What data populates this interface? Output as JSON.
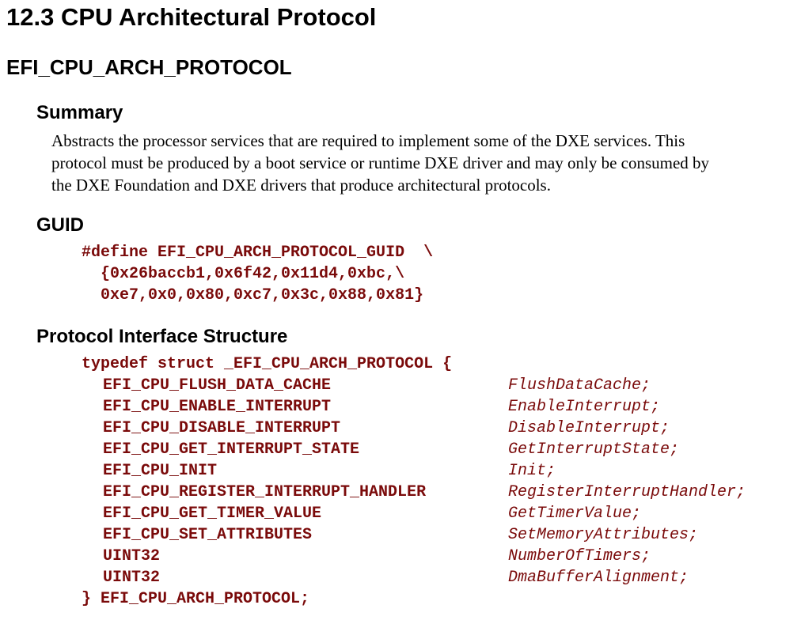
{
  "section_title": "12.3 CPU Architectural Protocol",
  "protocol_name": "EFI_CPU_ARCH_PROTOCOL",
  "summary": {
    "heading": "Summary",
    "lines": [
      "Abstracts the processor services that are required to implement some of the DXE services.  This",
      "protocol must be produced by a boot service or runtime DXE driver and may only be consumed by",
      "the DXE Foundation and DXE drivers that produce architectural protocols."
    ]
  },
  "guid": {
    "heading": "GUID",
    "lines": [
      "#define EFI_CPU_ARCH_PROTOCOL_GUID  \\",
      "  {0x26baccb1,0x6f42,0x11d4,0xbc,\\",
      "  0xe7,0x0,0x80,0xc7,0x3c,0x88,0x81}"
    ]
  },
  "interface": {
    "heading": "Protocol Interface Structure",
    "open": "typedef struct _EFI_CPU_ARCH_PROTOCOL {",
    "members": [
      {
        "type": "EFI_CPU_FLUSH_DATA_CACHE",
        "name": "FlushDataCache;"
      },
      {
        "type": "EFI_CPU_ENABLE_INTERRUPT",
        "name": "EnableInterrupt;"
      },
      {
        "type": "EFI_CPU_DISABLE_INTERRUPT",
        "name": "DisableInterrupt;"
      },
      {
        "type": "EFI_CPU_GET_INTERRUPT_STATE",
        "name": "GetInterruptState;"
      },
      {
        "type": "EFI_CPU_INIT",
        "name": "Init;"
      },
      {
        "type": "EFI_CPU_REGISTER_INTERRUPT_HANDLER",
        "name": "RegisterInterruptHandler;"
      },
      {
        "type": "EFI_CPU_GET_TIMER_VALUE",
        "name": "GetTimerValue;"
      },
      {
        "type": "EFI_CPU_SET_ATTRIBUTES",
        "name": "SetMemoryAttributes;"
      },
      {
        "type": "UINT32",
        "name": "NumberOfTimers;"
      },
      {
        "type": "UINT32",
        "name": "DmaBufferAlignment;"
      }
    ],
    "close": "} EFI_CPU_ARCH_PROTOCOL;"
  }
}
